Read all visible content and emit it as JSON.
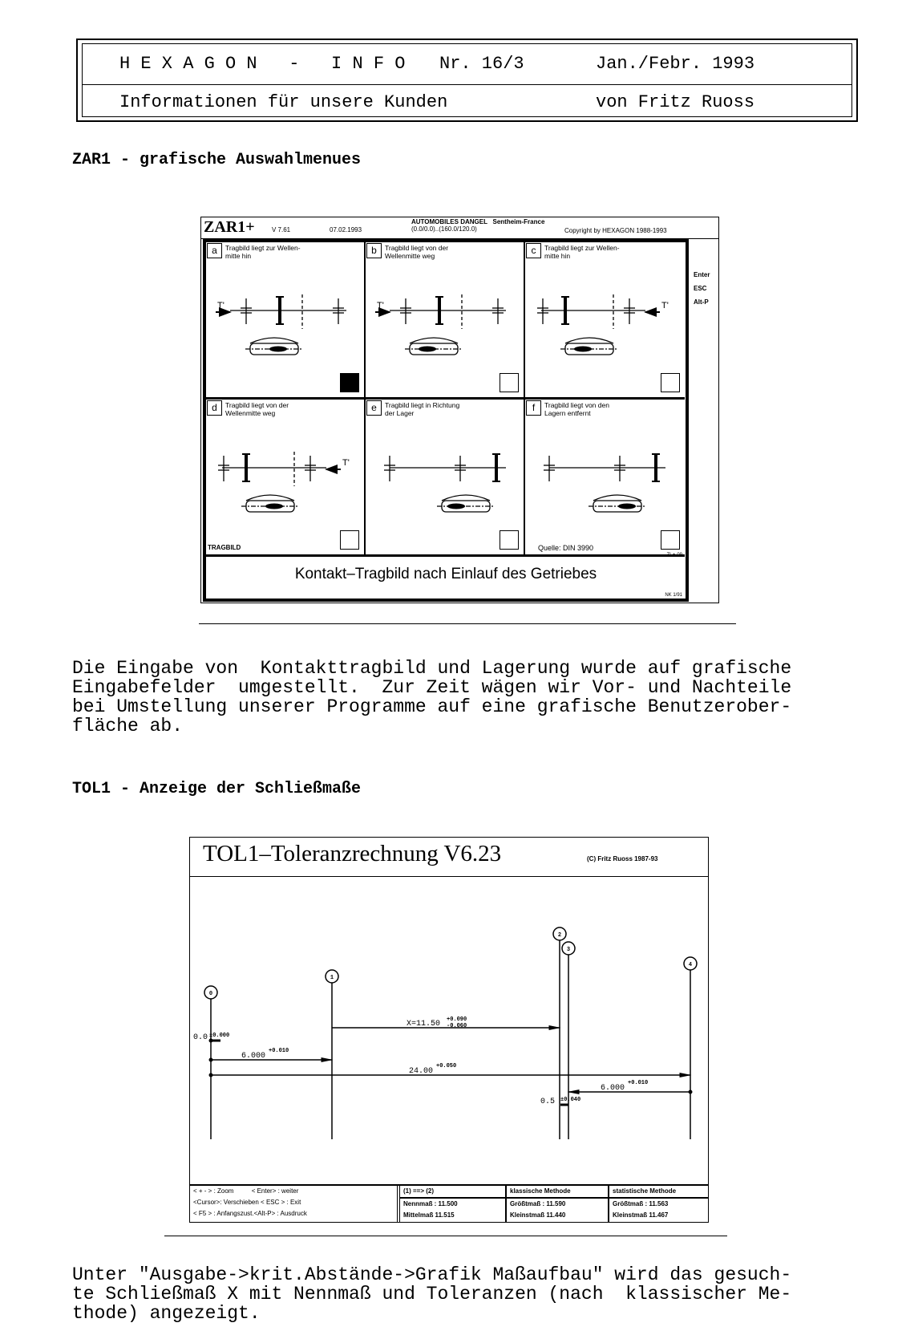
{
  "header": {
    "title": "H E X A G O N   -   I N F O",
    "issue": "Nr. 16/3",
    "date": "Jan./Febr. 1993",
    "subtitle": "Informationen für unsere Kunden",
    "author": "von Fritz Ruoss"
  },
  "section1": {
    "heading": "ZAR1 - grafische Auswahlmenues",
    "screen": {
      "logo": "ZAR1+",
      "version": "V 7.61",
      "date": "07.02.1993",
      "company": "AUTOMOBILES DANGEL   Sentheim-France",
      "range": "(0.0/0.0)..(160.0/120.0)",
      "copyright": "Copyright by HEXAGON 1988-1993",
      "side_keys": [
        "Enter",
        "ESC",
        "Alt-P"
      ],
      "cells": [
        {
          "letter": "a",
          "text": "Tragbild liegt zur Wellen-\nmitte hin",
          "selected": true,
          "force": "T'"
        },
        {
          "letter": "b",
          "text": "Tragbild liegt von der\nWellenmitte weg",
          "selected": false,
          "force": "T'"
        },
        {
          "letter": "c",
          "text": "Tragbild liegt zur Wellen-\nmitte hin",
          "selected": false,
          "force": "T'"
        },
        {
          "letter": "d",
          "text": "Tragbild liegt von der\nWellenmitte weg",
          "selected": false,
          "force": "T'"
        },
        {
          "letter": "e",
          "text": "Tragbild liegt in Richtung\nder Lager",
          "selected": false
        },
        {
          "letter": "f",
          "text": "Tragbild liegt von den\nLagern entfernt",
          "selected": false
        }
      ],
      "label_tragbild": "TRAGBILD",
      "source": "Quelle: DIN 3990",
      "caption": "Kontakt–Tragbild nach Einlauf des Getriebes",
      "code_top": "ZI-+-09",
      "code_bottom": "NK 1/91"
    },
    "paragraph": "Die Eingabe von  Kontakttragbild und Lagerung wurde auf grafische\nEingabefelder  umgestellt.  Zur Zeit wägen wir Vor- und Nachteile\nbei Umstellung unserer Programme auf eine grafische Benutzerober-\nfläche ab."
  },
  "section2": {
    "heading": "TOL1 - Anzeige der Schließmaße",
    "screen": {
      "title": "TOL1–Toleranzrechnung  V6.23",
      "copyright": "(C) Fritz Ruoss 1987-93",
      "points": [
        "0",
        "1",
        "2",
        "3",
        "4"
      ],
      "dimensions": {
        "x": {
          "value": "X=11.50",
          "upper": "+0.090",
          "lower": "-0.060"
        },
        "d0": {
          "value": "0.0",
          "tol": "±0.000"
        },
        "d1": {
          "value": "6.000",
          "tol": "+0.010"
        },
        "d2": {
          "value": "24.00",
          "tol": "+0.050"
        },
        "d3": {
          "value": "6.000",
          "tol": "+0.010"
        },
        "d4": {
          "value": "0.5",
          "tol": "±0.040"
        }
      },
      "help": [
        [
          "< + - > : Zoom",
          "< Enter> : weiter"
        ],
        [
          "<Cursor>: Verschieben < ESC > : Exit"
        ],
        [
          "< F5 >  : Anfangszust.<Alt-P> : Ausdruck"
        ]
      ],
      "chain": {
        "header": "(1) ==> (2)",
        "nennmass": "Nennmaß  : 11.500",
        "mittelmass": "Mittelmaß 11.515"
      },
      "classic": {
        "header": "klassische Methode",
        "max": "Größtmaß : 11.590",
        "min": "Kleinstmaß 11.440"
      },
      "statistic": {
        "header": "statistische Methode",
        "max": "Größtmaß : 11.563",
        "min": "Kleinstmaß 11.467"
      }
    },
    "paragraph": "Unter \"Ausgabe->krit.Abstände->Grafik Maßaufbau\" wird das gesuch-\nte Schließmaß X mit Nennmaß und Toleranzen (nach  klassischer Me-\nthode) angezeigt."
  }
}
